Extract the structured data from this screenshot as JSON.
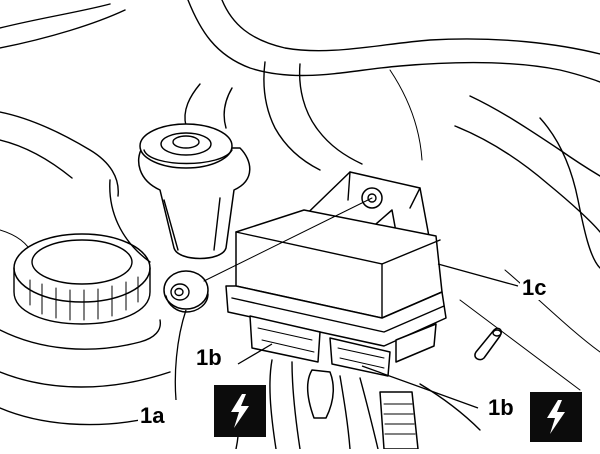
{
  "labels": {
    "la": "1a",
    "lb_top": "1b",
    "lb_bottom": "1b",
    "lc": "1c"
  },
  "icons": {
    "warning": "lightning-bolt-icon"
  },
  "colors": {
    "line": "#000000",
    "background": "#ffffff",
    "icon_box": "#0c0c0c"
  }
}
